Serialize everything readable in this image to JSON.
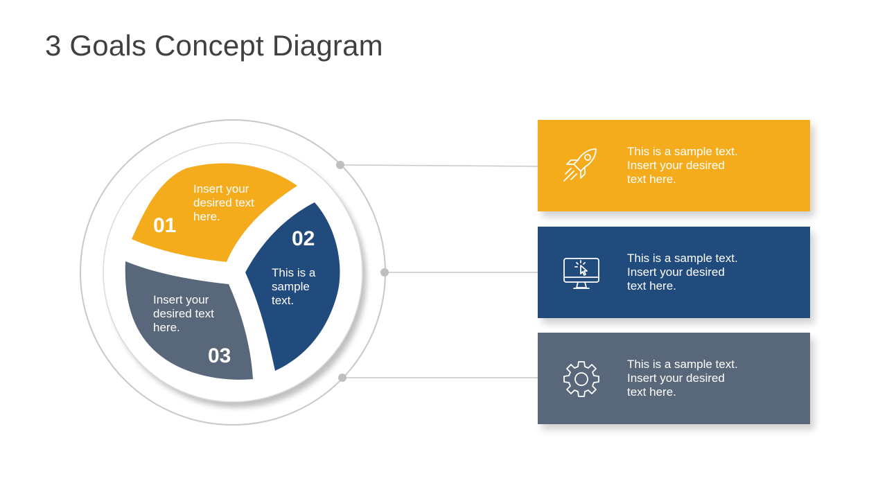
{
  "title": "3 Goals Concept Diagram",
  "colors": {
    "yellow": "#F4AC1C",
    "blue": "#214A7D",
    "slate": "#586779",
    "ring": "#BFBFBF",
    "connector": "#BFBFBF"
  },
  "segments": [
    {
      "number": "01",
      "lines": [
        "Insert your",
        "desired text",
        "here."
      ],
      "color": "#F4AC1C"
    },
    {
      "number": "02",
      "lines": [
        "This is a",
        "sample",
        "text."
      ],
      "color": "#214A7D"
    },
    {
      "number": "03",
      "lines": [
        "Insert your",
        "desired text",
        "here."
      ],
      "color": "#586779"
    }
  ],
  "cards": [
    {
      "icon": "rocket-icon",
      "color": "#F4AC1C",
      "lines": [
        "This is a sample text.",
        "Insert your desired",
        "text here."
      ]
    },
    {
      "icon": "monitor-cursor-icon",
      "color": "#214A7D",
      "lines": [
        "This is a sample text.",
        "Insert your desired",
        "text here."
      ]
    },
    {
      "icon": "gear-icon",
      "color": "#586779",
      "lines": [
        "This is a sample text.",
        "Insert your desired",
        "text here."
      ]
    }
  ]
}
